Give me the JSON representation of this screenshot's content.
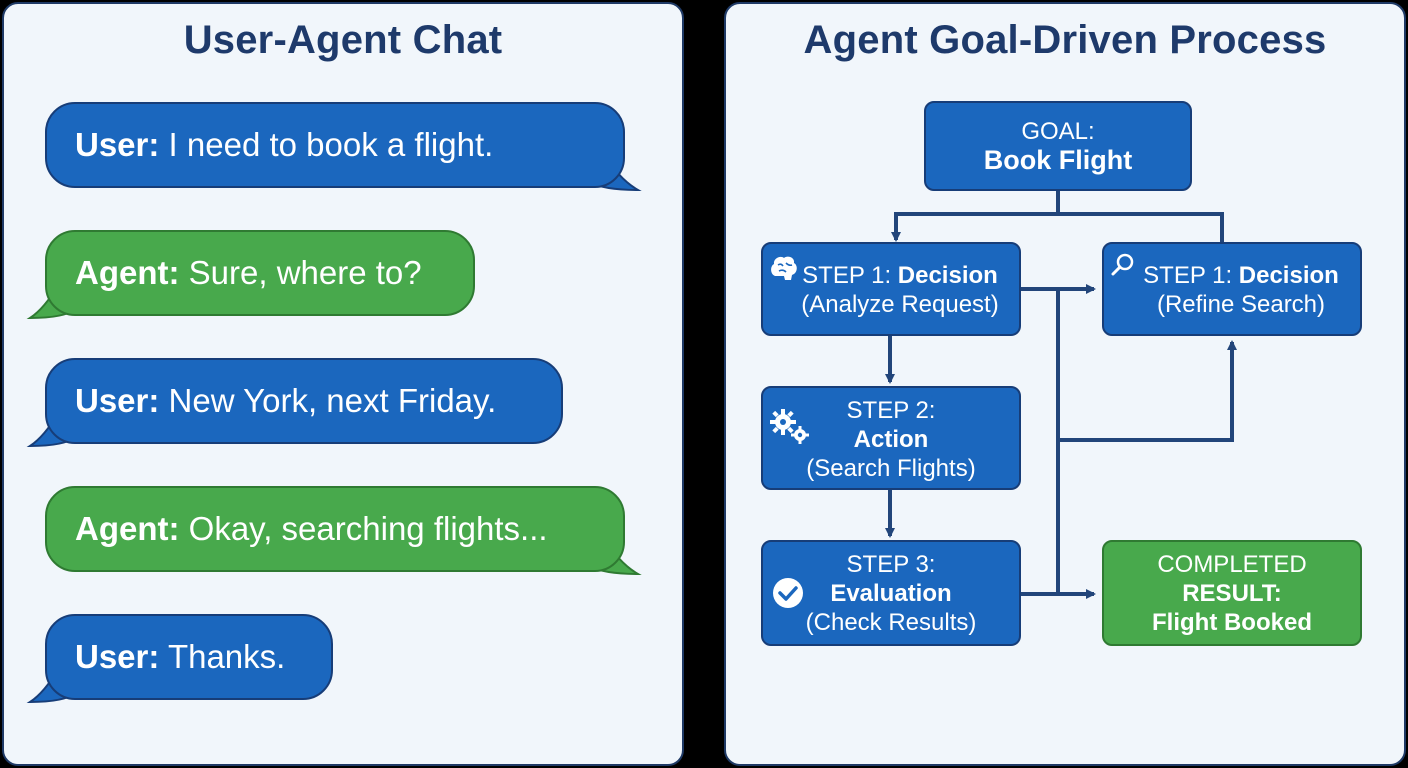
{
  "left": {
    "title": "User-Agent Chat",
    "messages": [
      {
        "speaker": "User:",
        "text": " I need to book a flight.",
        "role": "user"
      },
      {
        "speaker": "Agent:",
        "text": " Sure, where to?",
        "role": "agent"
      },
      {
        "speaker": "User:",
        "text": " New York, next Friday.",
        "role": "user"
      },
      {
        "speaker": "Agent:",
        "text": " Okay, searching flights...",
        "role": "agent"
      },
      {
        "speaker": "User:",
        "text": " Thanks.",
        "role": "user"
      }
    ]
  },
  "right": {
    "title": "Agent Goal-Driven Process",
    "goal": {
      "line1": "GOAL:",
      "line2": "Book Flight"
    },
    "step1_left": {
      "prefix": "STEP 1: ",
      "label": "Decision",
      "detail": "(Analyze Request)",
      "icon": "brain-icon"
    },
    "step1_right": {
      "prefix": "STEP 1: ",
      "label": "Decision",
      "detail": "(Refine Search)",
      "icon": "magnifier-icon"
    },
    "step2": {
      "line1": "STEP 2:",
      "label": "Action",
      "detail": "(Search Flights)",
      "icon": "gears-icon"
    },
    "step3": {
      "line1": "STEP 3:",
      "label": "Evaluation",
      "detail": "(Check Results)",
      "icon": "check-circle-icon"
    },
    "result": {
      "line1": "COMPLETED",
      "line2": "RESULT:",
      "line3": "Flight Booked"
    }
  },
  "colors": {
    "user_bubble": "#1b67be",
    "agent_bubble": "#48a94c",
    "title": "#1e3a6b",
    "panel_bg": "#f1f6fb",
    "connector": "#22457a"
  }
}
